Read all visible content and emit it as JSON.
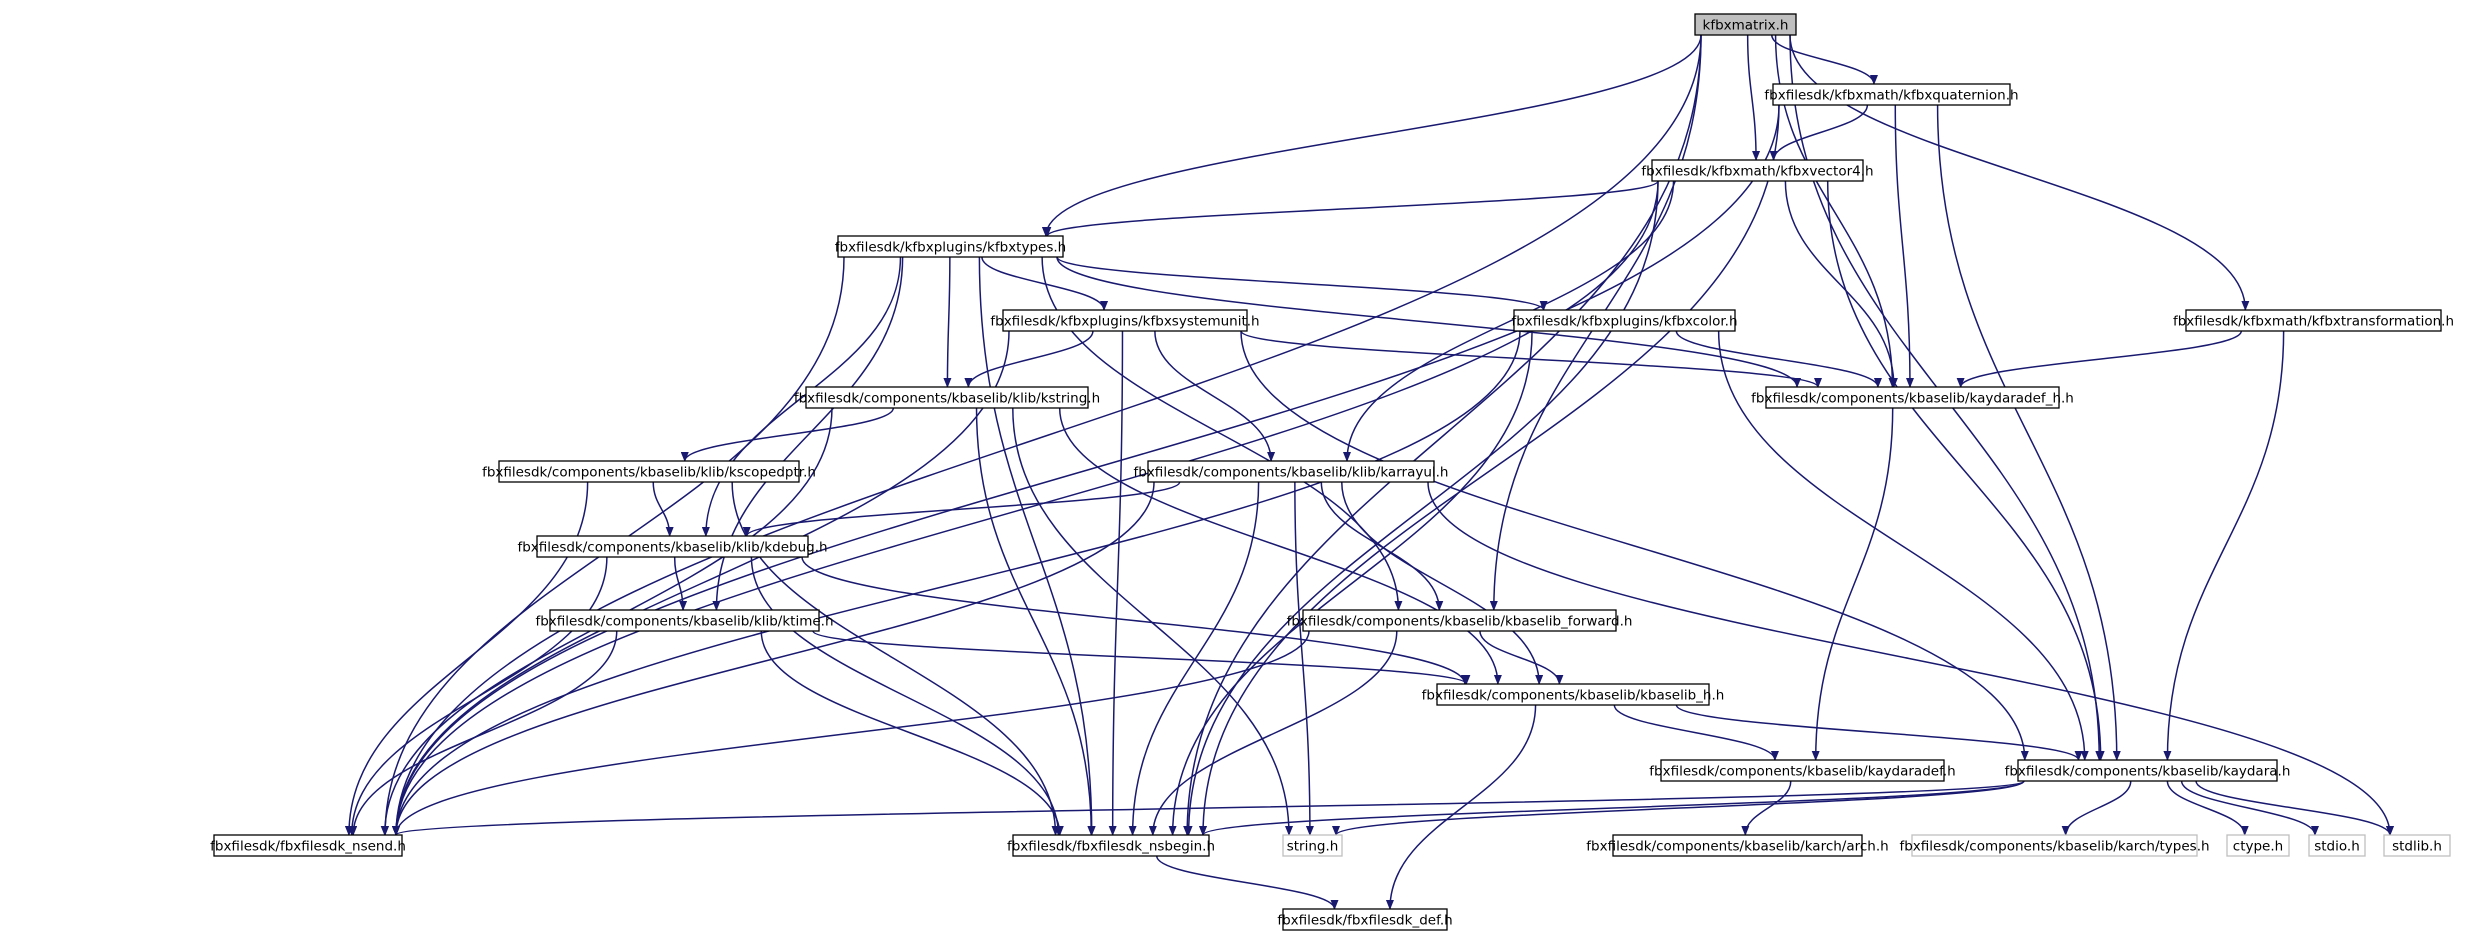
{
  "colors": {
    "edge": "#191970",
    "root_fill": "#bfbfbf",
    "node_fill": "#ffffff",
    "node_border": "#000000",
    "external_border": "#bfbfbf"
  },
  "nodes": [
    {
      "id": "kfbxmatrix",
      "label": "kfbxmatrix.h",
      "kind": "root"
    },
    {
      "id": "kfbxquaternion",
      "label": "fbxfilesdk/kfbxmath/kfbxquaternion.h",
      "kind": "local"
    },
    {
      "id": "kfbxvector4",
      "label": "fbxfilesdk/kfbxmath/kfbxvector4.h",
      "kind": "local"
    },
    {
      "id": "kfbxtypes",
      "label": "fbxfilesdk/kfbxplugins/kfbxtypes.h",
      "kind": "local"
    },
    {
      "id": "kfbxsystemunit",
      "label": "fbxfilesdk/kfbxplugins/kfbxsystemunit.h",
      "kind": "local"
    },
    {
      "id": "kfbxcolor",
      "label": "fbxfilesdk/kfbxplugins/kfbxcolor.h",
      "kind": "local"
    },
    {
      "id": "kfbxtransformation",
      "label": "fbxfilesdk/kfbxmath/kfbxtransformation.h",
      "kind": "local"
    },
    {
      "id": "kaydaradef_h",
      "label": "fbxfilesdk/components/kbaselib/kaydaradef_h.h",
      "kind": "local"
    },
    {
      "id": "kstring",
      "label": "fbxfilesdk/components/kbaselib/klib/kstring.h",
      "kind": "local"
    },
    {
      "id": "kscopedptr",
      "label": "fbxfilesdk/components/kbaselib/klib/kscopedptr.h",
      "kind": "local"
    },
    {
      "id": "karrayul",
      "label": "fbxfilesdk/components/kbaselib/klib/karrayul.h",
      "kind": "local"
    },
    {
      "id": "kdebug",
      "label": "fbxfilesdk/components/kbaselib/klib/kdebug.h",
      "kind": "local"
    },
    {
      "id": "ktime",
      "label": "fbxfilesdk/components/kbaselib/klib/ktime.h",
      "kind": "local"
    },
    {
      "id": "kbaselib_forward",
      "label": "fbxfilesdk/components/kbaselib/kbaselib_forward.h",
      "kind": "local"
    },
    {
      "id": "kbaselib_h",
      "label": "fbxfilesdk/components/kbaselib/kbaselib_h.h",
      "kind": "local"
    },
    {
      "id": "kaydaradef",
      "label": "fbxfilesdk/components/kbaselib/kaydaradef.h",
      "kind": "local"
    },
    {
      "id": "kaydara",
      "label": "fbxfilesdk/components/kbaselib/kaydara.h",
      "kind": "local"
    },
    {
      "id": "nsend",
      "label": "fbxfilesdk/fbxfilesdk_nsend.h",
      "kind": "local"
    },
    {
      "id": "nsbegin",
      "label": "fbxfilesdk/fbxfilesdk_nsbegin.h",
      "kind": "local"
    },
    {
      "id": "string_h",
      "label": "string.h",
      "kind": "external"
    },
    {
      "id": "arch",
      "label": "fbxfilesdk/components/kbaselib/karch/arch.h",
      "kind": "local"
    },
    {
      "id": "types_h",
      "label": "fbxfilesdk/components/kbaselib/karch/types.h",
      "kind": "external"
    },
    {
      "id": "ctype",
      "label": "ctype.h",
      "kind": "external"
    },
    {
      "id": "stdio",
      "label": "stdio.h",
      "kind": "external"
    },
    {
      "id": "stdlib",
      "label": "stdlib.h",
      "kind": "external"
    },
    {
      "id": "fbxdef",
      "label": "fbxfilesdk/fbxfilesdk_def.h",
      "kind": "local"
    }
  ],
  "edges": [
    [
      "kfbxmatrix",
      "kfbxquaternion"
    ],
    [
      "kfbxmatrix",
      "kfbxvector4"
    ],
    [
      "kfbxmatrix",
      "kfbxtypes"
    ],
    [
      "kfbxmatrix",
      "kfbxtransformation"
    ],
    [
      "kfbxmatrix",
      "kaydaradef_h"
    ],
    [
      "kfbxmatrix",
      "kbaselib_forward"
    ],
    [
      "kfbxmatrix",
      "kaydara"
    ],
    [
      "kfbxmatrix",
      "nsend"
    ],
    [
      "kfbxmatrix",
      "nsbegin"
    ],
    [
      "kfbxquaternion",
      "kfbxvector4"
    ],
    [
      "kfbxquaternion",
      "kaydaradef_h"
    ],
    [
      "kfbxquaternion",
      "kaydara"
    ],
    [
      "kfbxquaternion",
      "nsbegin"
    ],
    [
      "kfbxquaternion",
      "nsend"
    ],
    [
      "kfbxvector4",
      "kfbxtypes"
    ],
    [
      "kfbxvector4",
      "karrayul"
    ],
    [
      "kfbxvector4",
      "kaydaradef_h"
    ],
    [
      "kfbxvector4",
      "kaydara"
    ],
    [
      "kfbxvector4",
      "nsbegin"
    ],
    [
      "kfbxvector4",
      "nsend"
    ],
    [
      "kfbxtypes",
      "kfbxsystemunit"
    ],
    [
      "kfbxtypes",
      "kfbxcolor"
    ],
    [
      "kfbxtypes",
      "kstring"
    ],
    [
      "kfbxtypes",
      "kdebug"
    ],
    [
      "kfbxtypes",
      "ktime"
    ],
    [
      "kfbxtypes",
      "kbaselib_forward"
    ],
    [
      "kfbxtypes",
      "kaydaradef_h"
    ],
    [
      "kfbxtypes",
      "nsbegin"
    ],
    [
      "kfbxtypes",
      "nsend"
    ],
    [
      "kfbxsystemunit",
      "kstring"
    ],
    [
      "kfbxsystemunit",
      "karrayul"
    ],
    [
      "kfbxsystemunit",
      "kaydaradef_h"
    ],
    [
      "kfbxsystemunit",
      "kaydara"
    ],
    [
      "kfbxsystemunit",
      "nsbegin"
    ],
    [
      "kfbxsystemunit",
      "nsend"
    ],
    [
      "kfbxcolor",
      "kaydaradef_h"
    ],
    [
      "kfbxcolor",
      "kaydara"
    ],
    [
      "kfbxcolor",
      "nsbegin"
    ],
    [
      "kfbxcolor",
      "nsend"
    ],
    [
      "kfbxtransformation",
      "kaydaradef_h"
    ],
    [
      "kfbxtransformation",
      "kaydara"
    ],
    [
      "kaydaradef_h",
      "kaydaradef"
    ],
    [
      "kstring",
      "kscopedptr"
    ],
    [
      "kstring",
      "kbaselib_h"
    ],
    [
      "kstring",
      "string_h"
    ],
    [
      "kstring",
      "nsbegin"
    ],
    [
      "kstring",
      "nsend"
    ],
    [
      "kscopedptr",
      "kdebug"
    ],
    [
      "kscopedptr",
      "nsbegin"
    ],
    [
      "kscopedptr",
      "nsend"
    ],
    [
      "karrayul",
      "kdebug"
    ],
    [
      "karrayul",
      "kbaselib_forward"
    ],
    [
      "karrayul",
      "kbaselib_h"
    ],
    [
      "karrayul",
      "string_h"
    ],
    [
      "karrayul",
      "stdlib"
    ],
    [
      "karrayul",
      "nsbegin"
    ],
    [
      "karrayul",
      "nsend"
    ],
    [
      "kdebug",
      "ktime"
    ],
    [
      "kdebug",
      "kbaselib_h"
    ],
    [
      "kdebug",
      "nsbegin"
    ],
    [
      "kdebug",
      "nsend"
    ],
    [
      "ktime",
      "kbaselib_h"
    ],
    [
      "ktime",
      "nsbegin"
    ],
    [
      "ktime",
      "nsend"
    ],
    [
      "kbaselib_forward",
      "kbaselib_h"
    ],
    [
      "kbaselib_forward",
      "nsbegin"
    ],
    [
      "kbaselib_forward",
      "nsend"
    ],
    [
      "kbaselib_h",
      "kaydaradef"
    ],
    [
      "kbaselib_h",
      "kaydara"
    ],
    [
      "kbaselib_h",
      "fbxdef"
    ],
    [
      "kaydaradef",
      "arch"
    ],
    [
      "kaydara",
      "types_h"
    ],
    [
      "kaydara",
      "ctype"
    ],
    [
      "kaydara",
      "stdio"
    ],
    [
      "kaydara",
      "stdlib"
    ],
    [
      "kaydara",
      "string_h"
    ],
    [
      "kaydara",
      "nsbegin"
    ],
    [
      "kaydara",
      "nsend"
    ],
    [
      "nsbegin",
      "fbxdef"
    ]
  ]
}
